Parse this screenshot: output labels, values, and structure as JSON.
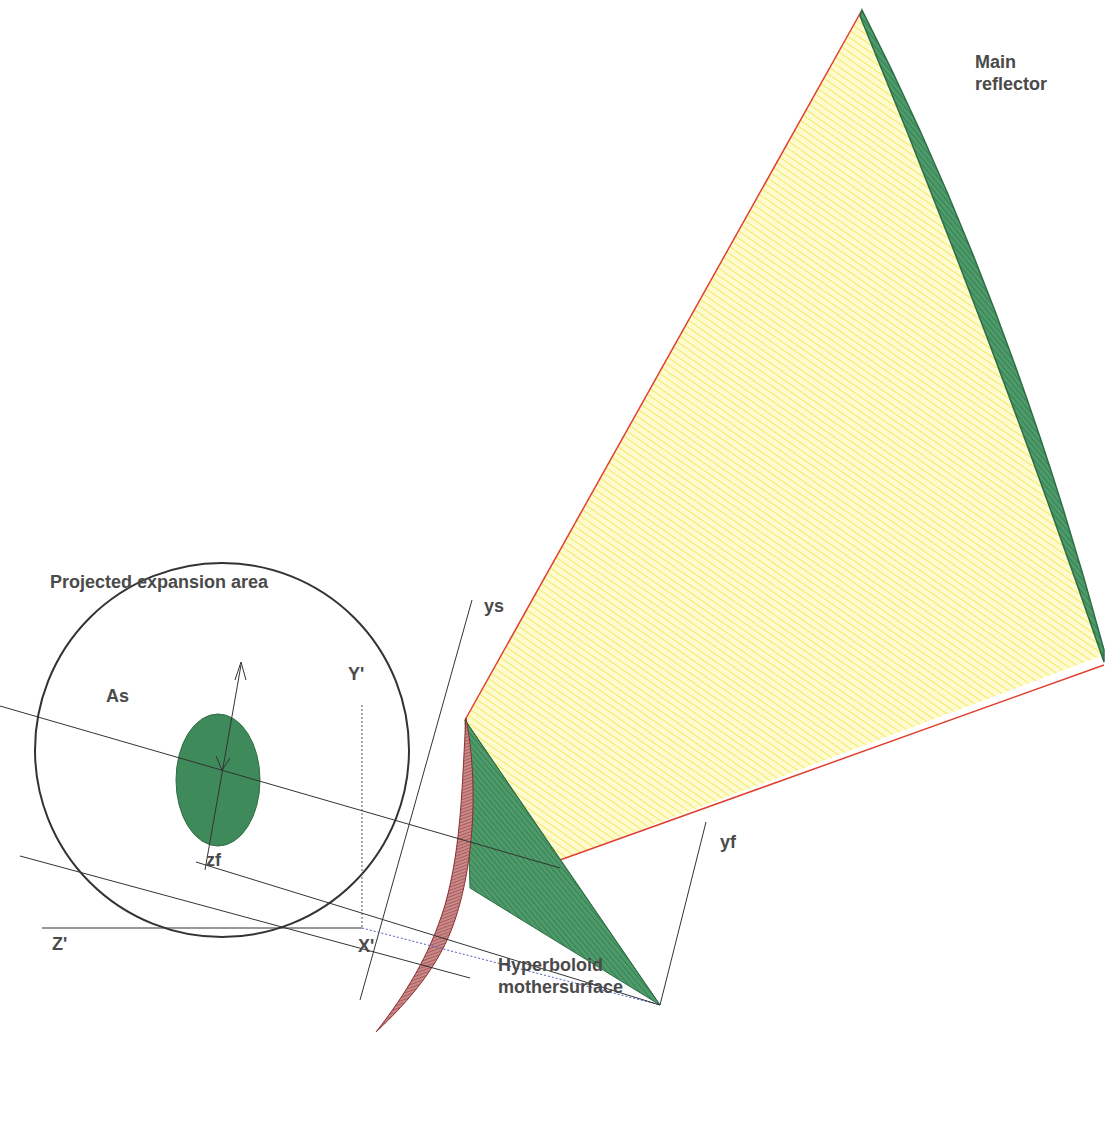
{
  "diagram": {
    "labels": [
      "Main reflector",
      "Projected expansion area",
      "ys",
      "Y'",
      "zf",
      "As",
      "yf",
      "Z'",
      "X'",
      "Hyperboloid mothersurface"
    ]
  }
}
